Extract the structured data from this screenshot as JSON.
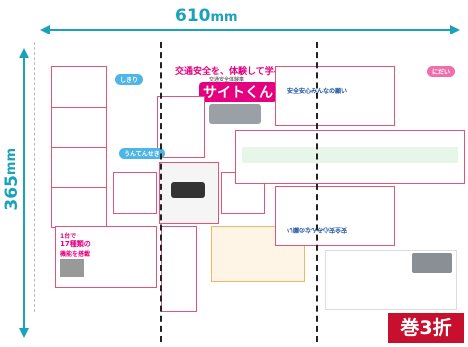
{
  "dimensions": {
    "width_label": "610",
    "width_unit": "mm",
    "height_label": "365",
    "height_unit": "mm"
  },
  "badge": "巻3折",
  "poster": {
    "tagline": "交通安全を、体験して学べる！",
    "subtitle": "交通安全体験車",
    "title": "サイトくん",
    "labels": {
      "shikiri": "しきり",
      "untenseki": "うんてんせき",
      "nidai": "にだい"
    },
    "banners": {
      "top": "安全安心みんなの願い",
      "bottom": "安全安心みんなの願い"
    },
    "info_box": {
      "line1": "1台で",
      "line2_count": "17種類の",
      "line3": "機能を搭載"
    }
  },
  "colors": {
    "accent_teal": "#1aa3b8",
    "badge_red": "#c8102e",
    "poster_pink": "#e4007f",
    "fold_line": "#222222"
  }
}
